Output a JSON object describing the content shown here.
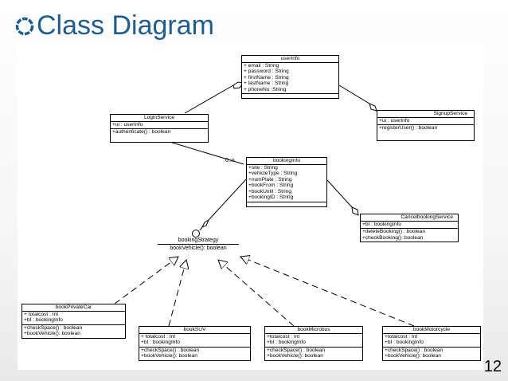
{
  "slide": {
    "title": "Class Diagram",
    "page_number": "12",
    "accent_color": "#1c5d93"
  },
  "diagram": {
    "multiplicity": "0..n",
    "classes": {
      "userInfo": {
        "name": "userInfo",
        "attributes": [
          "+ email : String",
          "+ password : String",
          "+ firstName : String",
          "+ lastName : String",
          "+ phoneNo :String"
        ],
        "operations": []
      },
      "loginService": {
        "name": "LoginService",
        "attributes": [
          "+ui : userInfo"
        ],
        "operations": [
          "+authenticate() : boolean"
        ]
      },
      "signupService": {
        "name": "SignupService",
        "attributes": [
          "+ui : userInfo"
        ],
        "operations": [
          "+registerUser() : boolean"
        ]
      },
      "bookingInfo": {
        "name": "bookingInfo",
        "attributes": [
          "+site : String",
          "+vehicleType : String",
          "+numPlate : String",
          "+bookFrom : String",
          "+bookUntil : String",
          "+bookingID : String"
        ],
        "operations": []
      },
      "cancelBookingService": {
        "name": "CancelbookingService",
        "attributes": [
          "+bI : bookingInfo"
        ],
        "operations": [
          "+deleteBooking() : boolean",
          "+checkBooking() :boolean"
        ]
      },
      "bookingStrategy": {
        "name": "bookingStrategy",
        "operations": [
          "bookVehicle(): boolean"
        ]
      },
      "bookPrivateCar": {
        "name": "bookPrivateCar",
        "attributes": [
          "+ totalcost : Int",
          "+bI : bookingInfo"
        ],
        "operations": [
          "+checkSpace() : boolean",
          "+bookVehicle(): boolean"
        ]
      },
      "bookSUV": {
        "name": "bookSUV",
        "attributes": [
          "+ totalcost : Int",
          "+bI : bookingInfo"
        ],
        "operations": [
          "+checkSpace() : boolean",
          "+bookVehicle(): boolean"
        ]
      },
      "bookMicrobus": {
        "name": "bookMicrobus",
        "attributes": [
          "+totalcost : Int",
          "+bI : bookingInfo"
        ],
        "operations": [
          "+checkSpace() : boolean",
          "+bookVehicle(): boolean"
        ]
      },
      "bookMotorcycle": {
        "name": "bookMotorcycle",
        "attributes": [
          "+totalcost : Int",
          "+bI : bookingInfo"
        ],
        "operations": [
          "+checkSpace() : boolean",
          "+bookVehicle(): boolean"
        ]
      }
    }
  }
}
